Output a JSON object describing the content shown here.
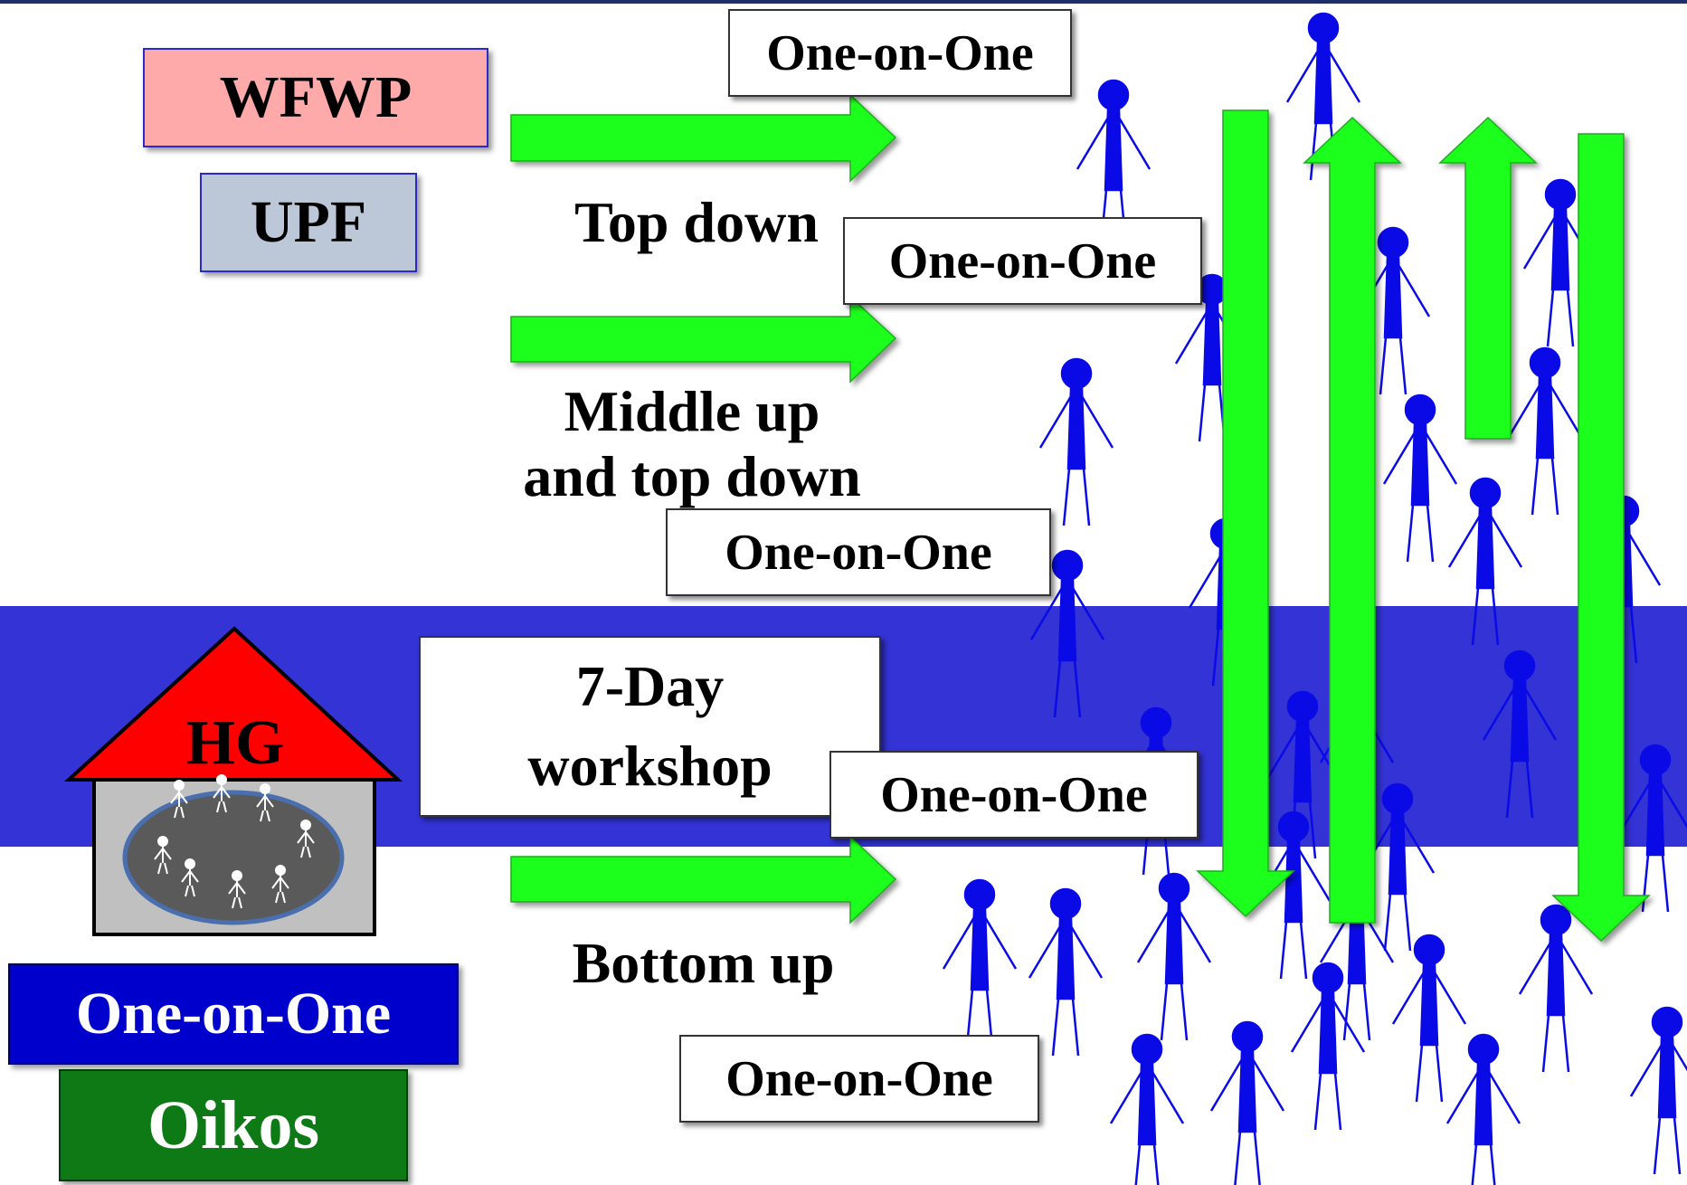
{
  "org_labels": {
    "wfwp": "WFWP",
    "upf": "UPF"
  },
  "approaches": {
    "top_down": "Top down",
    "middle_up": "Middle up\nand top down",
    "bottom_up": "Bottom up"
  },
  "one_on_one": [
    "One-on-One",
    "One-on-One",
    "One-on-One",
    "One-on-One",
    "One-on-One"
  ],
  "workshop": "7-Day\nworkshop",
  "house": {
    "title": "HG"
  },
  "bottom_left": {
    "one_on_one": "One-on-One",
    "oikos": "Oikos"
  },
  "colors": {
    "band": "#3333d6",
    "arrow": "#1aff1a",
    "person": "#0a0ae6",
    "roof": "#ff0000",
    "wfwp_fill": "#ffaaaa",
    "upf_fill": "#bcc8d8",
    "one_on_one_fill": "#0000cc",
    "oikos_fill": "#0a7a16"
  },
  "icons": [
    "right-arrow-icon",
    "up-arrow-icon",
    "down-arrow-icon",
    "person-icon",
    "house-icon"
  ]
}
